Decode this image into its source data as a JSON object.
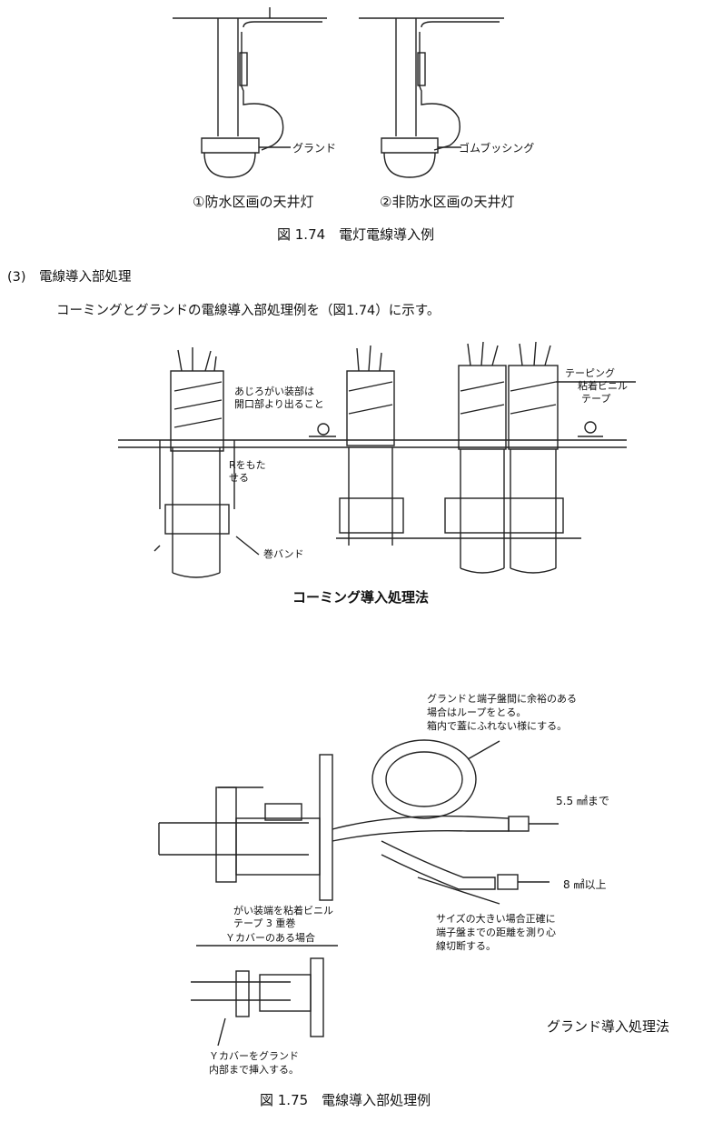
{
  "fig174": {
    "label_gland": "グランド",
    "label_rubber": "ゴムブッシング",
    "sub1": "①防水区画の天井灯",
    "sub2": "②非防水区画の天井灯",
    "caption": "図 1.74　電灯電線導入例"
  },
  "section": {
    "heading": "(3)　電線導入部処理",
    "body": "コーミングとグランドの電線導入部処理例を（図1.74）に示す。"
  },
  "coaming": {
    "note1_line1": "あじろがい装部は",
    "note1_line2": "開口部より出ること",
    "note_r_line1": "Rをもた",
    "note_r_line2": "せる",
    "note_band": "巻バンド",
    "note_taping": "テーピング",
    "note_vinyl_line1": "粘着ビニル",
    "note_vinyl_line2": "テープ",
    "title": "コーミング導入処理法"
  },
  "gland": {
    "note_loop_line1": "グランドと端子盤間に余裕のある",
    "note_loop_line2": "場合はループをとる。",
    "note_loop_line3": "箱内で蓋にふれない様にする。",
    "label_55": "5.5 ㎟まで",
    "label_8": "8 ㎟以上",
    "note_armor_line1": "がい装端を粘着ビニル",
    "note_armor_line2": "テープ 3 重巻",
    "note_size_line1": "サイズの大きい場合正確に",
    "note_size_line2": "端子盤までの距離を測り心",
    "note_size_line3": "線切断する。",
    "ycover_title": "Ｙカバーのある場合",
    "note_ycover_line1": "Ｙカバーをグランド",
    "note_ycover_line2": "内部まで挿入する。",
    "title": "グランド導入処理法",
    "caption": "図 1.75　電線導入部処理例"
  }
}
